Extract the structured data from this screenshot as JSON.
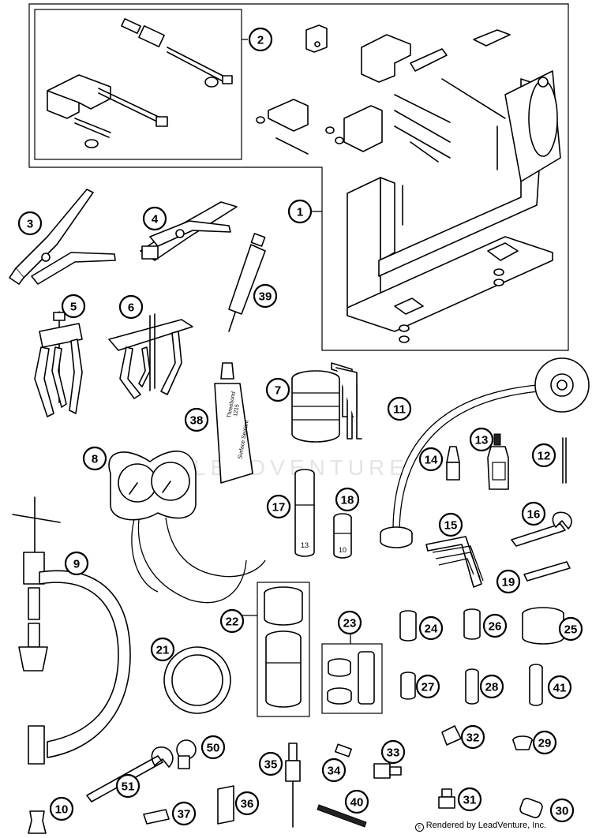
{
  "watermark": "LEADVENTURE",
  "credit": "Rendered by LeadVenture, Inc.",
  "callouts": [
    {
      "id": "c1",
      "label": "1"
    },
    {
      "id": "c2",
      "label": "2"
    },
    {
      "id": "c3",
      "label": "3"
    },
    {
      "id": "c4",
      "label": "4"
    },
    {
      "id": "c5",
      "label": "5"
    },
    {
      "id": "c6",
      "label": "6"
    },
    {
      "id": "c7",
      "label": "7"
    },
    {
      "id": "c8",
      "label": "8"
    },
    {
      "id": "c9",
      "label": "9"
    },
    {
      "id": "c10",
      "label": "10"
    },
    {
      "id": "c11",
      "label": "11"
    },
    {
      "id": "c12",
      "label": "12"
    },
    {
      "id": "c13",
      "label": "13"
    },
    {
      "id": "c14",
      "label": "14"
    },
    {
      "id": "c15",
      "label": "15"
    },
    {
      "id": "c16",
      "label": "16"
    },
    {
      "id": "c17",
      "label": "17"
    },
    {
      "id": "c18",
      "label": "18"
    },
    {
      "id": "c19",
      "label": "19"
    },
    {
      "id": "c21",
      "label": "21"
    },
    {
      "id": "c22",
      "label": "22"
    },
    {
      "id": "c23",
      "label": "23"
    },
    {
      "id": "c24",
      "label": "24"
    },
    {
      "id": "c25",
      "label": "25"
    },
    {
      "id": "c26",
      "label": "26"
    },
    {
      "id": "c27",
      "label": "27"
    },
    {
      "id": "c28",
      "label": "28"
    },
    {
      "id": "c29",
      "label": "29"
    },
    {
      "id": "c30",
      "label": "30"
    },
    {
      "id": "c31",
      "label": "31"
    },
    {
      "id": "c32",
      "label": "32"
    },
    {
      "id": "c33",
      "label": "33"
    },
    {
      "id": "c34",
      "label": "34"
    },
    {
      "id": "c35",
      "label": "35"
    },
    {
      "id": "c36",
      "label": "36"
    },
    {
      "id": "c37",
      "label": "37"
    },
    {
      "id": "c38",
      "label": "38"
    },
    {
      "id": "c39",
      "label": "39"
    },
    {
      "id": "c40",
      "label": "40"
    },
    {
      "id": "c41",
      "label": "41"
    },
    {
      "id": "c50",
      "label": "50"
    },
    {
      "id": "c51",
      "label": "51"
    }
  ],
  "socket_17_size": "13",
  "socket_18_size": "10",
  "tube_38_label_a": "Threebond",
  "tube_38_label_b": "1215",
  "tube_38_label_c": "Surface Sealant"
}
